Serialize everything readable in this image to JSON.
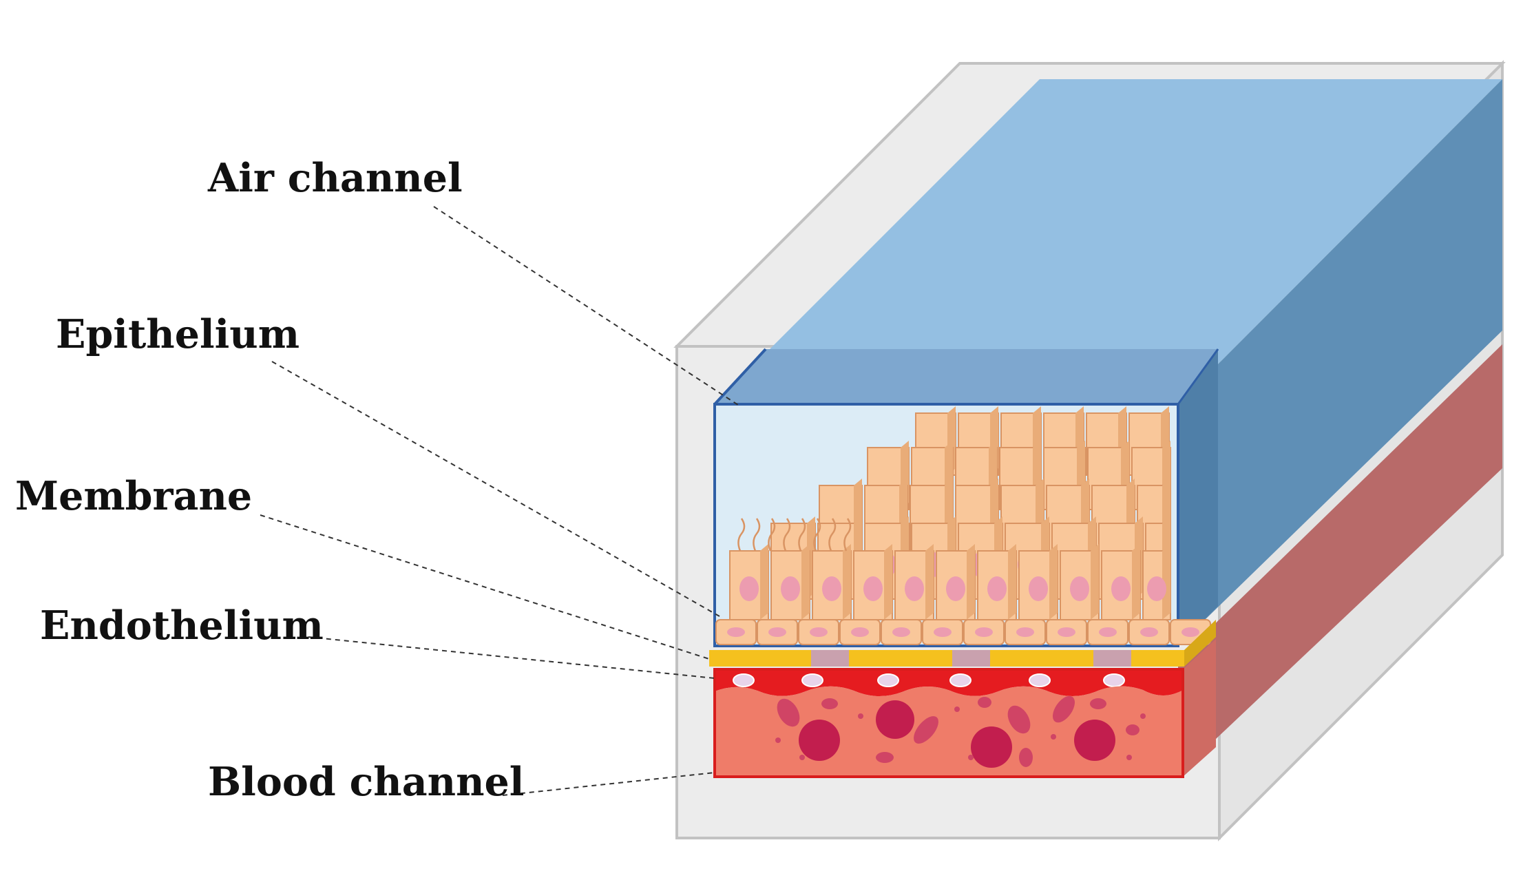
{
  "labels": {
    "air_channel": "Air channel",
    "epithelium": "Epithelium",
    "membrane": "Membrane",
    "endothelium": "Endothelium",
    "blood_channel": "Blood channel"
  },
  "colors": {
    "air": "#94bfe2",
    "air_side": "#5b8db5",
    "air_dark_edge": "#2f5fa6",
    "chamber_bg": "#dcecf6",
    "cell_fill": "#f9c79a",
    "cell_side": "#e9ac78",
    "cell_edge": "#d99463",
    "nucleus": "#ec9cb0",
    "membrane_yellow": "#f5c11e",
    "membrane_pink": "#c9a1ae",
    "endothelium_red": "#e51c20",
    "blood_fill": "#ef7c69",
    "blood_side": "#b86665",
    "rbc": "#c21e4e",
    "housing": "#e9e9e9",
    "housing_edge": "#bdbdbd"
  }
}
